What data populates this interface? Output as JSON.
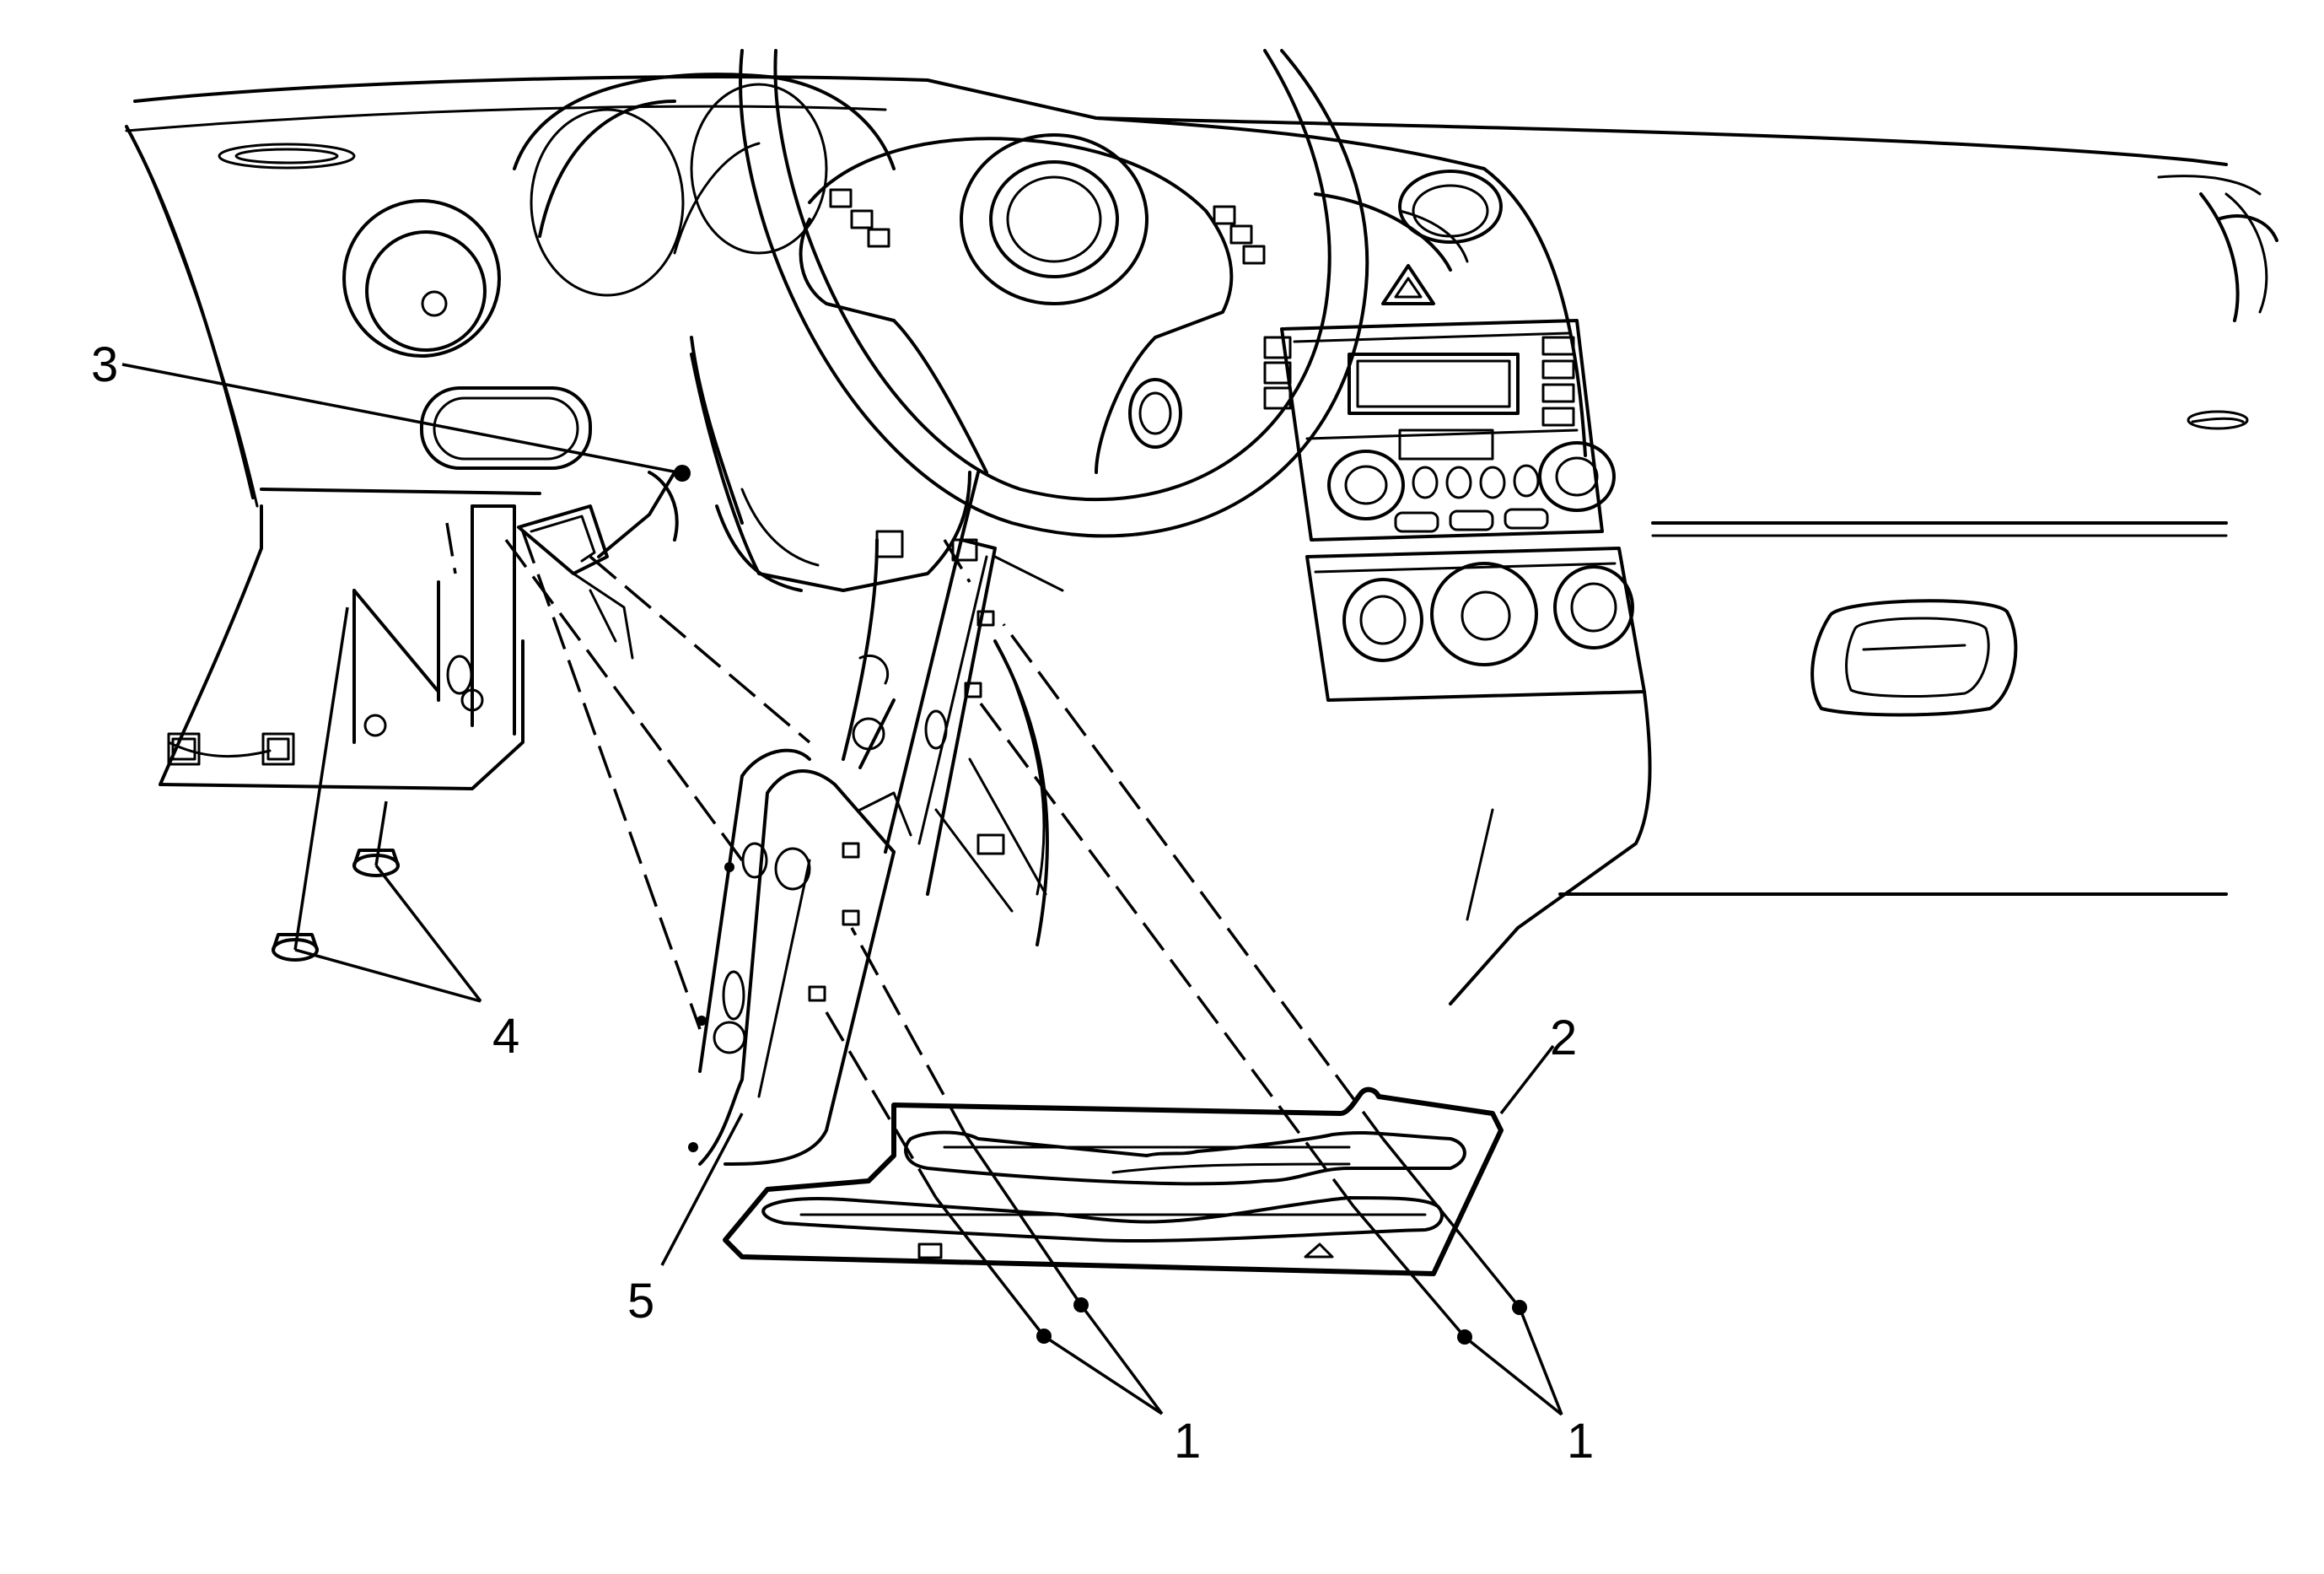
{
  "callouts": {
    "c1a": "1",
    "c1b": "1",
    "c2": "2",
    "c3": "3",
    "c4": "4",
    "c5": "5"
  },
  "colors": {
    "ink": "#000000",
    "paper": "#ffffff"
  }
}
